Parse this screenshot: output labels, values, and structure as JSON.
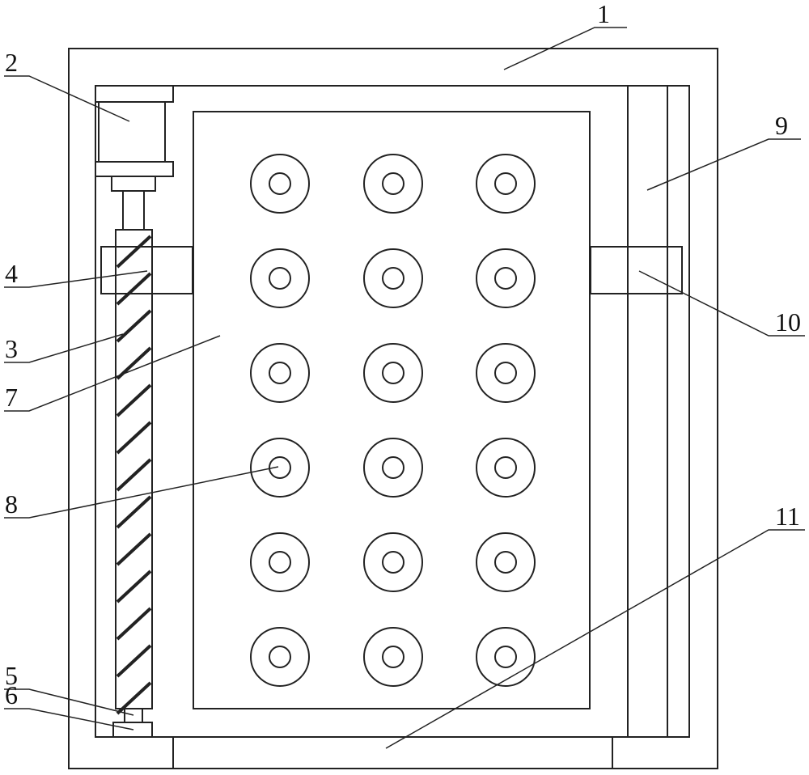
{
  "labels": {
    "l1": "1",
    "l2": "2",
    "l3": "3",
    "l4": "4",
    "l5": "5",
    "l6": "6",
    "l7": "7",
    "l8": "8",
    "l9": "9",
    "l10": "10",
    "l11": "11"
  },
  "hole_grid": {
    "rows": 6,
    "cols": 3
  },
  "colors": {
    "line": "#222222",
    "background": "#ffffff"
  }
}
